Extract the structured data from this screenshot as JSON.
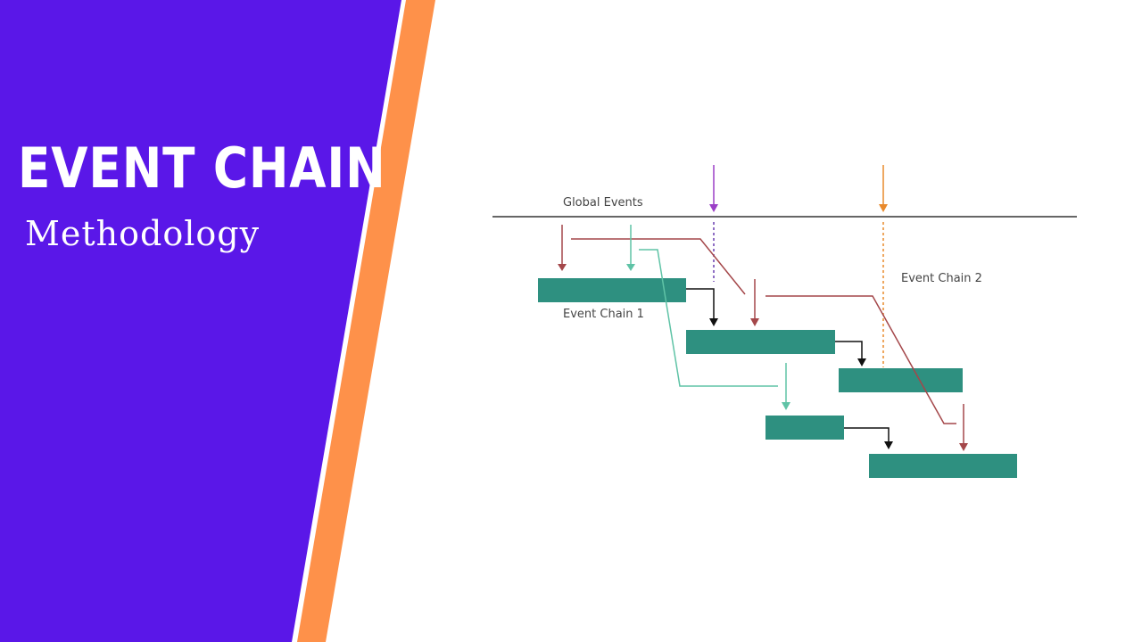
{
  "banner": {
    "title": "EVENT CHAIN",
    "subtitle": "Methodology"
  },
  "colors": {
    "panel": "#5a17e8",
    "stripe": "#fe914a",
    "task_bar": "#2e9080",
    "global_event_1": "#9b3fc7",
    "global_event_2": "#e98a2c",
    "chain_red": "#a4474a",
    "chain_teal": "#5fc3a6",
    "link": "#111111"
  },
  "diagram": {
    "global_events_label": "Global Events",
    "event_chain_1_label": "Event Chain 1",
    "event_chain_2_label": "Event Chain 2"
  }
}
